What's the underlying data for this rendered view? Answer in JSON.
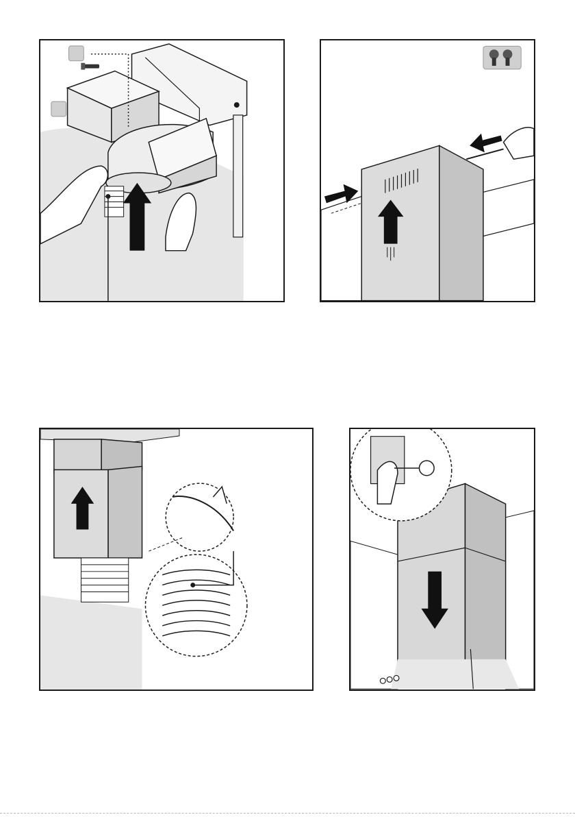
{
  "figures": [
    {
      "id": "fig-1",
      "description_icons": [
        "screw-icon",
        "hand-icon",
        "up-arrow-icon",
        "duct-icon"
      ]
    },
    {
      "id": "fig-2",
      "description_icons": [
        "screw-pair-icon",
        "screwdriver-icon",
        "left-arrow-icon",
        "right-arrow-icon",
        "up-arrow-icon"
      ]
    },
    {
      "id": "fig-3",
      "description_icons": [
        "up-arrow-icon",
        "flexible-hose-icon",
        "magnifier-callout-icon"
      ]
    },
    {
      "id": "fig-4",
      "description_icons": [
        "down-arrow-icon",
        "hand-icon",
        "magnifier-callout-icon"
      ]
    }
  ],
  "colors": {
    "line": "#1a1a1a",
    "wall_shade": "#e4e4e4",
    "metal_light": "#dcdcdc",
    "metal_dark": "#b5b5b5",
    "arrow": "#111111",
    "badge": "#d0d0d0"
  }
}
